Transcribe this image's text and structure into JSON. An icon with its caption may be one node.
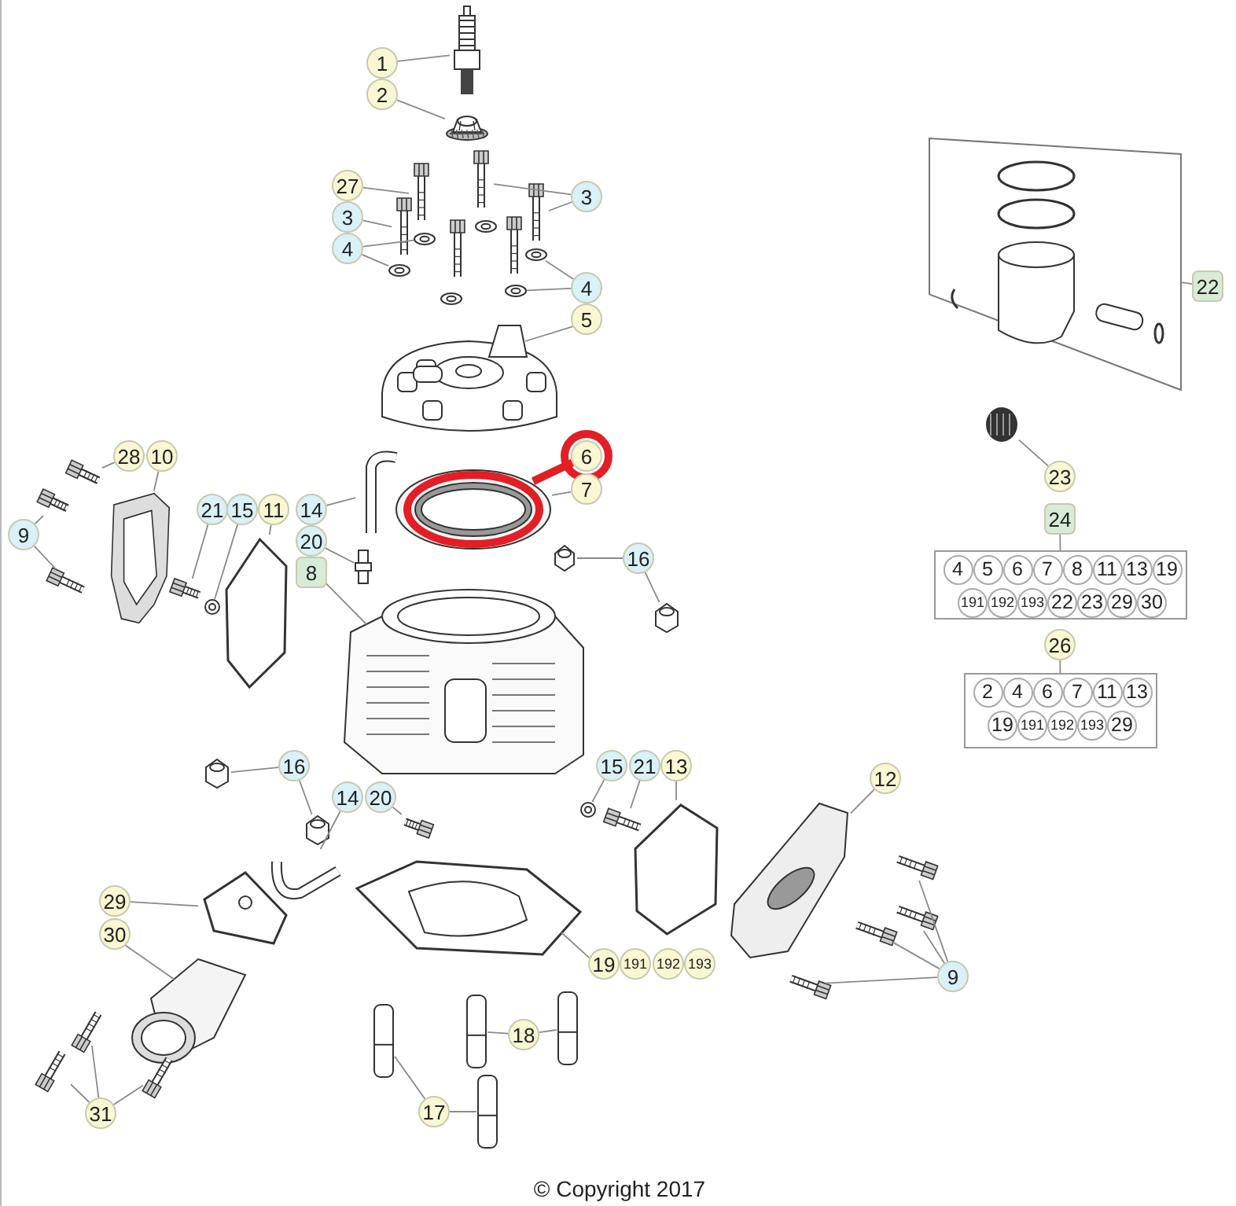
{
  "diagram": {
    "nodes": [
      {
        "text": [
          "1"
        ]
      },
      {
        "text": [
          "2"
        ]
      },
      {
        "text": [
          "27"
        ]
      },
      {
        "text": [
          "3"
        ]
      },
      {
        "text": [
          "3"
        ]
      },
      {
        "text": [
          "4"
        ]
      },
      {
        "text": [
          "4"
        ]
      },
      {
        "text": [
          "5"
        ]
      },
      {
        "text": [
          "6"
        ]
      },
      {
        "text": [
          "7"
        ]
      },
      {
        "text": [
          "28"
        ]
      },
      {
        "text": [
          "10"
        ]
      },
      {
        "text": [
          "9"
        ]
      },
      {
        "text": [
          "21"
        ]
      },
      {
        "text": [
          "15"
        ]
      },
      {
        "text": [
          "11"
        ]
      },
      {
        "text": [
          "14"
        ]
      },
      {
        "text": [
          "20"
        ]
      },
      {
        "text": [
          "8"
        ]
      },
      {
        "text": [
          "16"
        ]
      },
      {
        "text": [
          "16"
        ]
      },
      {
        "text": [
          "14"
        ]
      },
      {
        "text": [
          "20"
        ]
      },
      {
        "text": [
          "15"
        ]
      },
      {
        "text": [
          "21"
        ]
      },
      {
        "text": [
          "13"
        ]
      },
      {
        "text": [
          "12"
        ]
      },
      {
        "text": [
          "9"
        ]
      },
      {
        "text": [
          "29"
        ]
      },
      {
        "text": [
          "30"
        ]
      },
      {
        "text": [
          "31"
        ]
      },
      {
        "text": [
          "19"
        ]
      },
      {
        "text": [
          "191"
        ]
      },
      {
        "text": [
          "192"
        ]
      },
      {
        "text": [
          "193"
        ]
      },
      {
        "text": [
          "18"
        ]
      },
      {
        "text": [
          "17"
        ]
      },
      {
        "text": [
          "22"
        ]
      },
      {
        "text": [
          "23"
        ]
      },
      {
        "text": [
          "24"
        ]
      },
      {
        "text": [
          "26"
        ]
      },
      {
        "text": [],
        "shape": "box"
      },
      {
        "text": [
          "4"
        ],
        "in": 41
      },
      {
        "text": [
          "5"
        ],
        "in": 41
      },
      {
        "text": [
          "6"
        ],
        "in": 41
      },
      {
        "text": [
          "7"
        ],
        "in": 41
      },
      {
        "text": [
          "8"
        ],
        "in": 41
      },
      {
        "text": [
          "11"
        ],
        "in": 41
      },
      {
        "text": [
          "13"
        ],
        "in": 41
      },
      {
        "text": [
          "19"
        ],
        "in": 41
      },
      {
        "text": [
          "191"
        ],
        "in": 41
      },
      {
        "text": [
          "192"
        ],
        "in": 41
      },
      {
        "text": [
          "193"
        ],
        "in": 41
      },
      {
        "text": [
          "22"
        ],
        "in": 41
      },
      {
        "text": [
          "23"
        ],
        "in": 41
      },
      {
        "text": [
          "29"
        ],
        "in": 41
      },
      {
        "text": [
          "30"
        ],
        "in": 41
      },
      {
        "text": [],
        "shape": "box"
      },
      {
        "text": [
          "2"
        ],
        "in": 57
      },
      {
        "text": [
          "4"
        ],
        "in": 57
      },
      {
        "text": [
          "6"
        ],
        "in": 57
      },
      {
        "text": [
          "7"
        ],
        "in": 57
      },
      {
        "text": [
          "11"
        ],
        "in": 57
      },
      {
        "text": [
          "13"
        ],
        "in": 57
      },
      {
        "text": [
          "19"
        ],
        "in": 57
      },
      {
        "text": [
          "191"
        ],
        "in": 57
      },
      {
        "text": [
          "192"
        ],
        "in": 57
      },
      {
        "text": [
          "193"
        ],
        "in": 57
      },
      {
        "text": [
          "29"
        ],
        "in": 57
      },
      {
        "text": [],
        "shape": "box"
      },
      {
        "text": [],
        "shape": "picture"
      },
      {
        "text": [],
        "shape": "picture"
      },
      {
        "text": [],
        "shape": "picture"
      },
      {
        "text": [],
        "shape": "picture"
      },
      {
        "text": [],
        "shape": "picture"
      },
      {
        "text": [],
        "shape": "picture"
      },
      {
        "text": [],
        "shape": "picture"
      },
      {
        "text": [],
        "shape": "picture"
      },
      {
        "text": [],
        "shape": "picture"
      },
      {
        "text": [],
        "shape": "picture"
      },
      {
        "text": [],
        "shape": "picture"
      },
      {
        "text": [],
        "shape": "picture"
      },
      {
        "text": [],
        "shape": "circle",
        "in": 81
      },
      {
        "text": [],
        "shape": "picture"
      },
      {
        "text": [],
        "shape": "picture"
      },
      {
        "text": [],
        "shape": "picture"
      },
      {
        "text": [],
        "shape": "picture"
      },
      {
        "text": [],
        "shape": "picture"
      },
      {
        "text": [],
        "shape": "picture"
      },
      {
        "text": [],
        "shape": "picture"
      },
      {
        "text": [],
        "shape": "picture"
      },
      {
        "text": [],
        "shape": "picture"
      },
      {
        "text": [],
        "shape": "picture"
      },
      {
        "text": [],
        "shape": "picture"
      },
      {
        "text": [],
        "shape": "picture"
      },
      {
        "text": [],
        "shape": "picture"
      },
      {
        "text": [],
        "shape": "picture"
      },
      {
        "text": [],
        "shape": "picture"
      },
      {
        "text": [],
        "shape": "picture"
      },
      {
        "text": [],
        "shape": "picture"
      },
      {
        "text": [],
        "shape": "picture"
      },
      {
        "text": [],
        "shape": "picture"
      },
      {
        "text": [],
        "shape": "picture"
      },
      {
        "text": [],
        "shape": "picture"
      },
      {
        "text": [],
        "shape": "picture"
      },
      {
        "text": [],
        "shape": "picture"
      },
      {
        "text": [],
        "shape": "picture"
      },
      {
        "text": [],
        "shape": "picture"
      },
      {
        "text": [],
        "shape": "picture"
      },
      {
        "text": [],
        "shape": "picture"
      },
      {
        "text": [],
        "shape": "picture"
      },
      {
        "text": [],
        "shape": "picture"
      },
      {
        "text": [],
        "shape": "picture"
      },
      {
        "text": [],
        "shape": "picture"
      },
      {
        "text": [],
        "shape": "picture"
      },
      {
        "text": [],
        "shape": "picture"
      },
      {
        "text": [],
        "shape": "picture"
      },
      {
        "text": [],
        "shape": "picture"
      }
    ],
    "edges": [
      {
        "from": 0,
        "to": 70,
        "arrow": "none"
      },
      {
        "from": 1,
        "to": 71,
        "arrow": "none"
      },
      {
        "from": 2,
        "to": 72,
        "arrow": "none"
      },
      {
        "from": 3,
        "to": 73,
        "arrow": "none"
      },
      {
        "from": 4,
        "to": 74,
        "arrow": "none"
      },
      {
        "from": 4,
        "to": 75,
        "arrow": "none"
      },
      {
        "from": 5,
        "to": 76,
        "arrow": "none"
      },
      {
        "from": 5,
        "to": 77,
        "arrow": "none"
      },
      {
        "from": 6,
        "to": 78,
        "arrow": "none"
      },
      {
        "from": 6,
        "to": 79,
        "arrow": "none"
      },
      {
        "from": 7,
        "to": 80,
        "arrow": "none"
      },
      {
        "from": 8,
        "to": 82,
        "arrow": "none",
        "style": "thick",
        "color": "#e31e24"
      },
      {
        "from": 9,
        "to": 81,
        "arrow": "none"
      },
      {
        "from": 10,
        "to": 83,
        "arrow": "none"
      },
      {
        "from": 11,
        "to": 84,
        "arrow": "none"
      },
      {
        "from": 12,
        "to": 85,
        "arrow": "none"
      },
      {
        "from": 12,
        "to": 86,
        "arrow": "none"
      },
      {
        "from": 13,
        "to": 87,
        "arrow": "none"
      },
      {
        "from": 14,
        "to": 88,
        "arrow": "none"
      },
      {
        "from": 15,
        "to": 89,
        "arrow": "none"
      },
      {
        "from": 16,
        "to": 90,
        "arrow": "none"
      },
      {
        "from": 17,
        "to": 91,
        "arrow": "none"
      },
      {
        "from": 18,
        "to": 92,
        "arrow": "none"
      },
      {
        "from": 19,
        "to": 93,
        "arrow": "none"
      },
      {
        "from": 19,
        "to": 94,
        "arrow": "none"
      },
      {
        "from": 20,
        "to": 95,
        "arrow": "none"
      },
      {
        "from": 20,
        "to": 96,
        "arrow": "none"
      },
      {
        "from": 21,
        "to": 97,
        "arrow": "none"
      },
      {
        "from": 22,
        "to": 98,
        "arrow": "none"
      },
      {
        "from": 23,
        "to": 99,
        "arrow": "none"
      },
      {
        "from": 24,
        "to": 100,
        "arrow": "none"
      },
      {
        "from": 25,
        "to": 101,
        "arrow": "none"
      },
      {
        "from": 26,
        "to": 102,
        "arrow": "none"
      },
      {
        "from": 27,
        "to": 103,
        "arrow": "none"
      },
      {
        "from": 27,
        "to": 104,
        "arrow": "none"
      },
      {
        "from": 27,
        "to": 105,
        "arrow": "none"
      },
      {
        "from": 27,
        "to": 106,
        "arrow": "none"
      },
      {
        "from": 28,
        "to": 107,
        "arrow": "none"
      },
      {
        "from": 29,
        "to": 108,
        "arrow": "none"
      },
      {
        "from": 30,
        "to": 109,
        "arrow": "none"
      },
      {
        "from": 30,
        "to": 110,
        "arrow": "none"
      },
      {
        "from": 30,
        "to": 111,
        "arrow": "none"
      },
      {
        "from": 31,
        "to": 112,
        "arrow": "none"
      },
      {
        "from": 35,
        "to": 113,
        "arrow": "none"
      },
      {
        "from": 35,
        "to": 114,
        "arrow": "none"
      },
      {
        "from": 36,
        "to": 115,
        "arrow": "none"
      },
      {
        "from": 36,
        "to": 116,
        "arrow": "none"
      },
      {
        "from": 37,
        "to": 69,
        "arrow": "none"
      },
      {
        "from": 38,
        "to": 117,
        "arrow": "none"
      },
      {
        "from": 39,
        "to": 41,
        "arrow": "none"
      },
      {
        "from": 40,
        "to": 57,
        "arrow": "none"
      }
    ],
    "labels": [
      "© Copyright 2017"
    ]
  }
}
